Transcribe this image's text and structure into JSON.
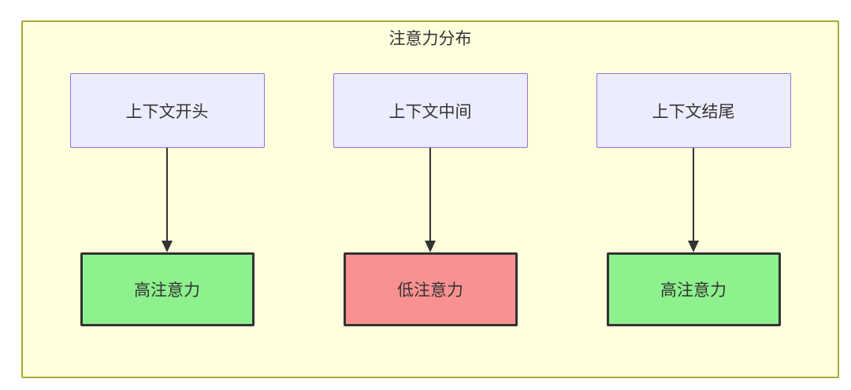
{
  "diagram": {
    "title": "注意力分布",
    "columns": [
      {
        "source": "上下文开头",
        "target": "高注意力",
        "target_type": "high"
      },
      {
        "source": "上下文中间",
        "target": "低注意力",
        "target_type": "low"
      },
      {
        "source": "上下文结尾",
        "target": "高注意力",
        "target_type": "high"
      }
    ],
    "colors": {
      "container_fill": "#FFFFDE",
      "container_border": "#AAAA33",
      "source_fill": "#ECECFF",
      "source_border": "#9370DB",
      "high_fill": "#8DF18D",
      "low_fill": "#FA9191",
      "target_border": "#333333",
      "arrow": "#333333",
      "text": "#333333"
    }
  }
}
